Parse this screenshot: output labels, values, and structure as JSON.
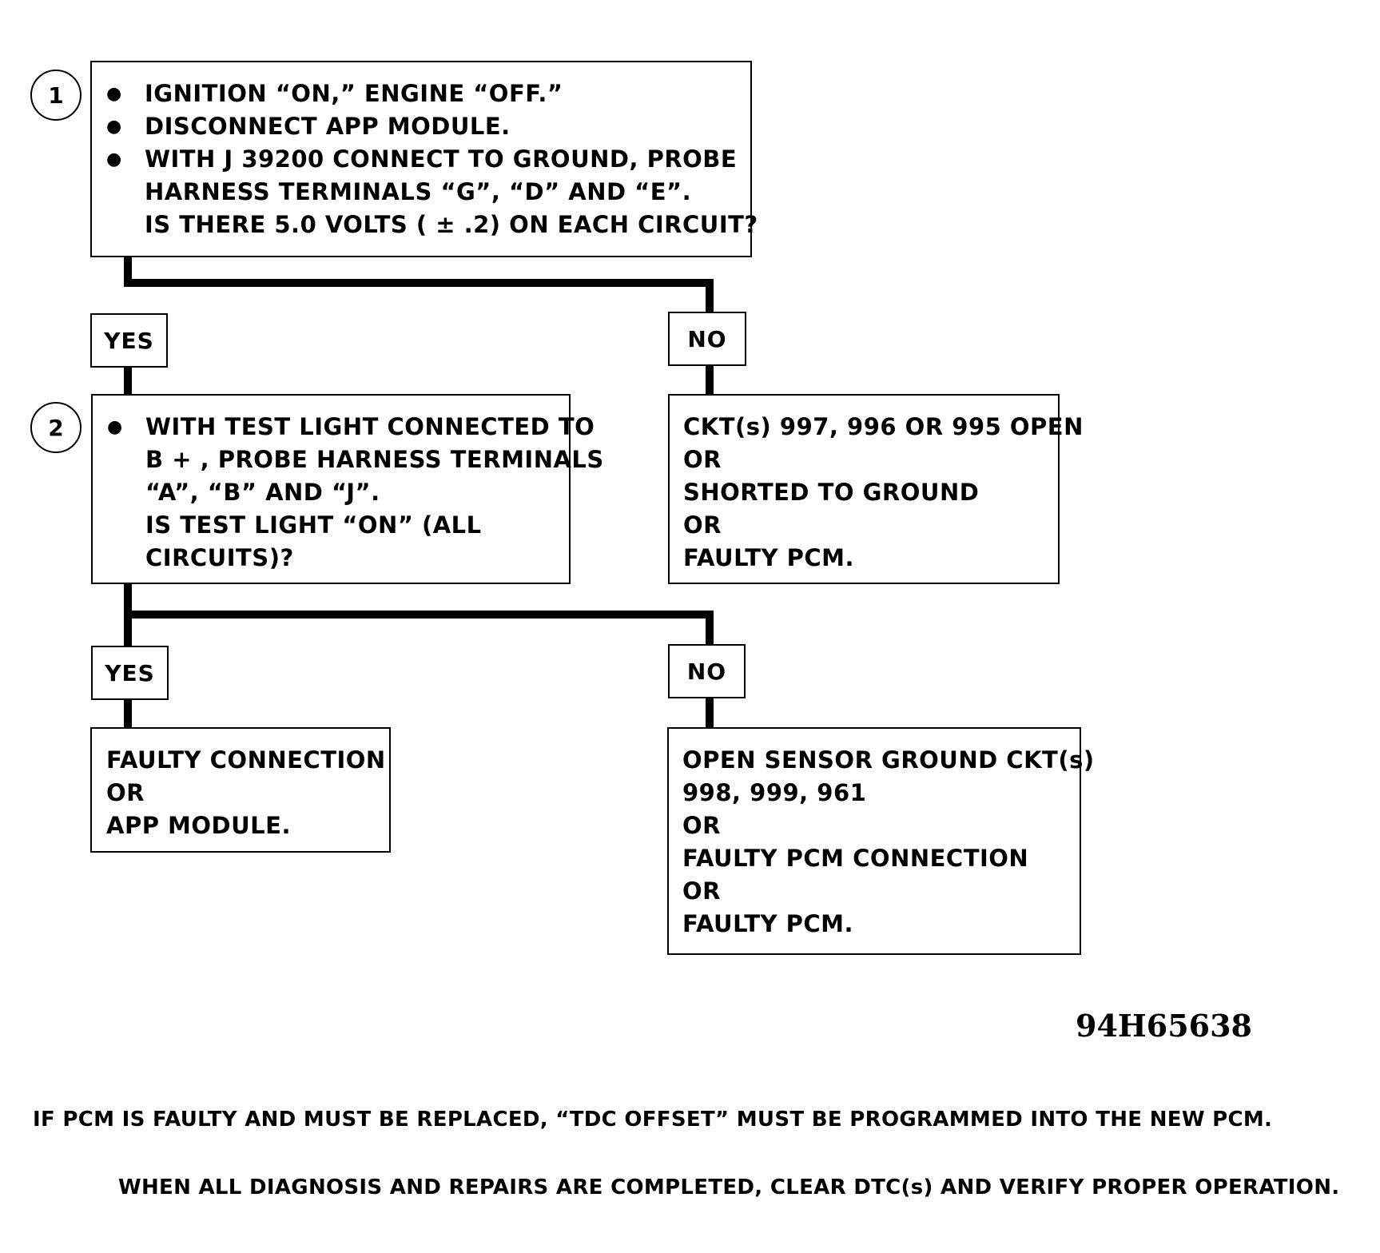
{
  "flowchart": {
    "step1": {
      "number": "1",
      "bullets": [
        {
          "lines": [
            "IGNITION “ON,” ENGINE “OFF.”"
          ]
        },
        {
          "lines": [
            "DISCONNECT APP MODULE."
          ]
        },
        {
          "lines": [
            "WITH J 39200 CONNECT TO GROUND, PROBE",
            "HARNESS TERMINALS “G”, “D” AND “E”.",
            "IS THERE 5.0 VOLTS ( ± .2) ON EACH CIRCUIT?"
          ]
        }
      ]
    },
    "step1_yes": "YES",
    "step1_no": "NO",
    "step2": {
      "number": "2",
      "bullets": [
        {
          "lines": [
            "WITH TEST LIGHT CONNECTED TO",
            "B + , PROBE HARNESS TERMINALS",
            "“A”, “B” AND “J”.",
            "IS TEST LIGHT “ON” (ALL",
            "CIRCUITS)?"
          ]
        }
      ]
    },
    "step1_no_result": [
      "CKT(s) 997, 996 OR 995 OPEN",
      "OR",
      "SHORTED TO GROUND",
      "OR",
      "FAULTY PCM."
    ],
    "step2_yes": "YES",
    "step2_no": "NO",
    "step2_yes_result": [
      "FAULTY CONNECTION",
      "OR",
      "APP MODULE."
    ],
    "step2_no_result": [
      "OPEN SENSOR GROUND CKT(s)",
      "998, 999, 961",
      "OR",
      "FAULTY PCM CONNECTION",
      "OR",
      "FAULTY PCM."
    ]
  },
  "figure_id": "94H65638",
  "notes": {
    "pcm_note": "IF PCM IS FAULTY AND MUST BE REPLACED, “TDC OFFSET” MUST BE PROGRAMMED INTO THE NEW PCM.",
    "completion_note": "WHEN ALL DIAGNOSIS AND REPAIRS ARE COMPLETED, CLEAR DTC(s) AND VERIFY PROPER OPERATION."
  },
  "bullet_glyph": "●"
}
